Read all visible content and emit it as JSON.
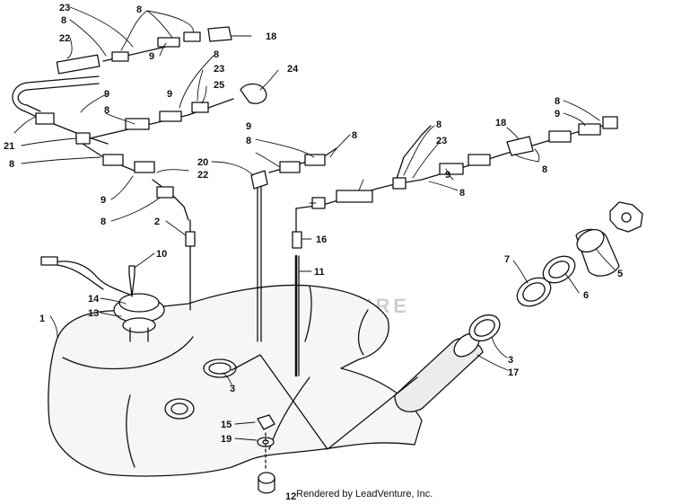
{
  "diagram": {
    "watermark": "LEADVENTURE",
    "credit": "Rendered by LeadVenture, Inc.",
    "callouts": [
      "23",
      "8",
      "22",
      "8",
      "9",
      "9",
      "18",
      "24",
      "8",
      "23",
      "25",
      "9",
      "8",
      "21",
      "8",
      "9",
      "8",
      "2",
      "20",
      "22",
      "8",
      "9",
      "8",
      "8",
      "23",
      "9",
      "8",
      "18",
      "8",
      "9",
      "8",
      "16",
      "11",
      "10",
      "14",
      "13",
      "1",
      "7",
      "5",
      "6",
      "3",
      "17",
      "3",
      "15",
      "19",
      "12"
    ]
  }
}
